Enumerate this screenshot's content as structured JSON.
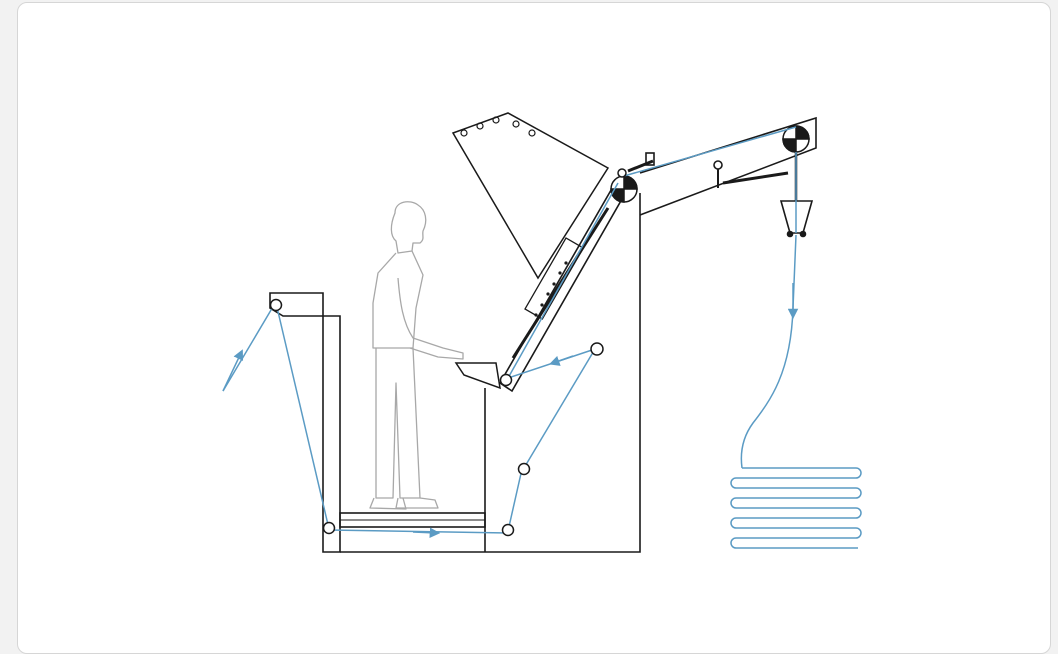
{
  "diagram": {
    "type": "inspection-machine-side-view",
    "colors": {
      "frame": "#1a1a1a",
      "person": "#a8a8a8",
      "fabric_path": "#5b9bc4",
      "background": "#ffffff",
      "card_border": "#d6d6d6"
    },
    "icons": [
      "inspector-figure-icon",
      "fabric-roller-icon",
      "drive-roller-icon",
      "folding-plaiter-icon",
      "light-box-icon",
      "flow-arrow-icon"
    ],
    "rollers_count": 7,
    "fold_layers": 6
  }
}
